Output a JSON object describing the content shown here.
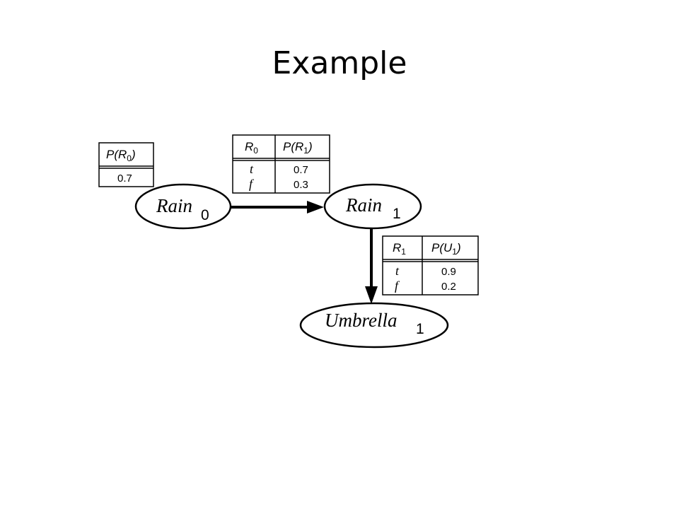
{
  "title": "Example",
  "nodes": {
    "rain0": {
      "name": "Rain",
      "sub": "0"
    },
    "rain1": {
      "name": "Rain",
      "sub": "1"
    },
    "umbrella1": {
      "name": "Umbrella",
      "sub": "1"
    }
  },
  "cpt_prior": {
    "header_prefix": "P(R",
    "header_sub": "0",
    "header_suffix": ")",
    "value": "0.7"
  },
  "cpt_transition": {
    "cond_header_prefix": "R",
    "cond_header_sub": "0",
    "prob_header_prefix": "P(R",
    "prob_header_sub": "1",
    "prob_header_suffix": ")",
    "rows": [
      {
        "cond": "t",
        "value": "0.7"
      },
      {
        "cond": "f",
        "value": "0.3"
      }
    ]
  },
  "cpt_sensor": {
    "cond_header_prefix": "R",
    "cond_header_sub": "1",
    "prob_header_prefix": "P(U",
    "prob_header_sub": "1",
    "prob_header_suffix": ")",
    "rows": [
      {
        "cond": "t",
        "value": "0.9"
      },
      {
        "cond": "f",
        "value": "0.2"
      }
    ]
  },
  "colors": {
    "stroke": "#000000",
    "background": "#ffffff"
  }
}
